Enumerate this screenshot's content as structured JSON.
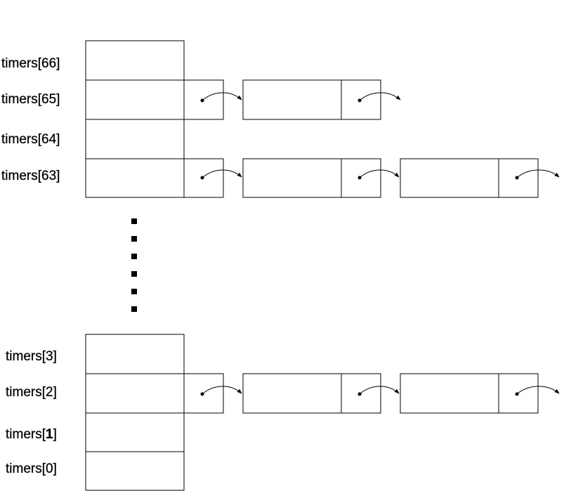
{
  "labels": {
    "t66": "timers[66]",
    "t65": "timers[65]",
    "t64": "timers[64]",
    "t63": "timers[63]",
    "t3": "timers[3]",
    "t2": "timers[2]",
    "t1_prefix": "timers[",
    "t1_num": "1",
    "t1_suffix": "]",
    "t0": "timers[0]"
  },
  "colors": {
    "line": "#000000",
    "label_shadow": "#8f8f8f"
  }
}
